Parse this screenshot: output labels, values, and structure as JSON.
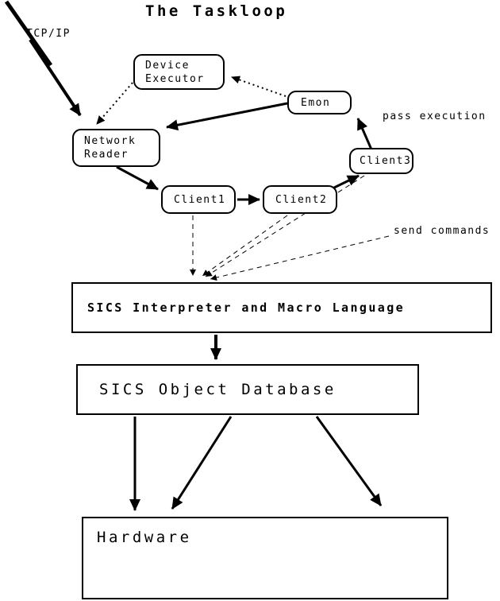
{
  "diagram": {
    "title": "The Taskloop",
    "labels": {
      "tcpip": "TCP/IP",
      "pass_execution": "pass execution",
      "send_commands": "send commands"
    },
    "nodes": {
      "device_executor": "Device\nExecutor",
      "emon": "Emon",
      "network_reader": "Network\nReader",
      "client1": "Client1",
      "client2": "Client2",
      "client3": "Client3",
      "interpreter": "SICS Interpreter and Macro Language",
      "database": "SICS Object Database",
      "hardware": "Hardware"
    },
    "colors": {
      "ink": "#000000",
      "paper": "#ffffff"
    }
  }
}
